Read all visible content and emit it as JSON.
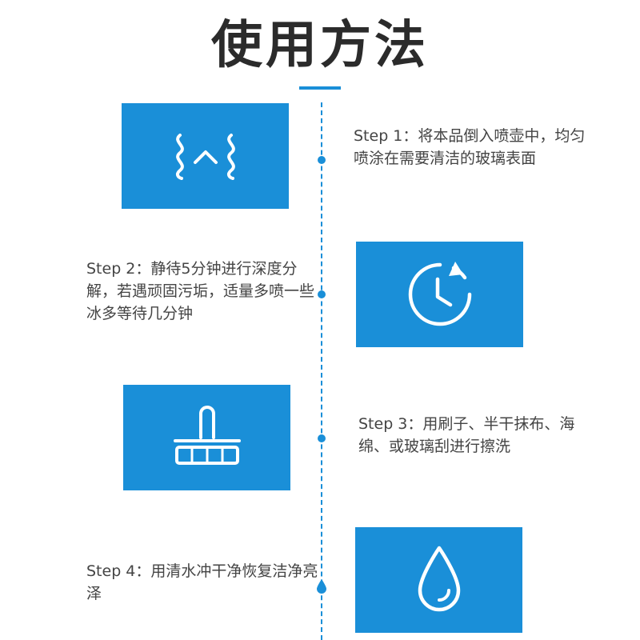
{
  "title": "使用方法",
  "colors": {
    "accent": "#1a8fd8",
    "text": "#444444",
    "title": "#2b2b2b"
  },
  "steps": [
    {
      "text": "Step 1：将本品倒入喷壶中，均匀喷涂在需要清洁的玻璃表面",
      "icon": "spray-wave-icon"
    },
    {
      "text": "Step 2：静待5分钟进行深度分解，若遇顽固污垢，适量多喷一些冰多等待几分钟",
      "icon": "timer-icon"
    },
    {
      "text": "Step 3：用刷子、半干抹布、海绵、或玻璃刮进行擦洗",
      "icon": "brush-icon"
    },
    {
      "text": "Step 4：用清水冲干净恢复洁净亮泽",
      "icon": "water-drop-icon"
    }
  ]
}
